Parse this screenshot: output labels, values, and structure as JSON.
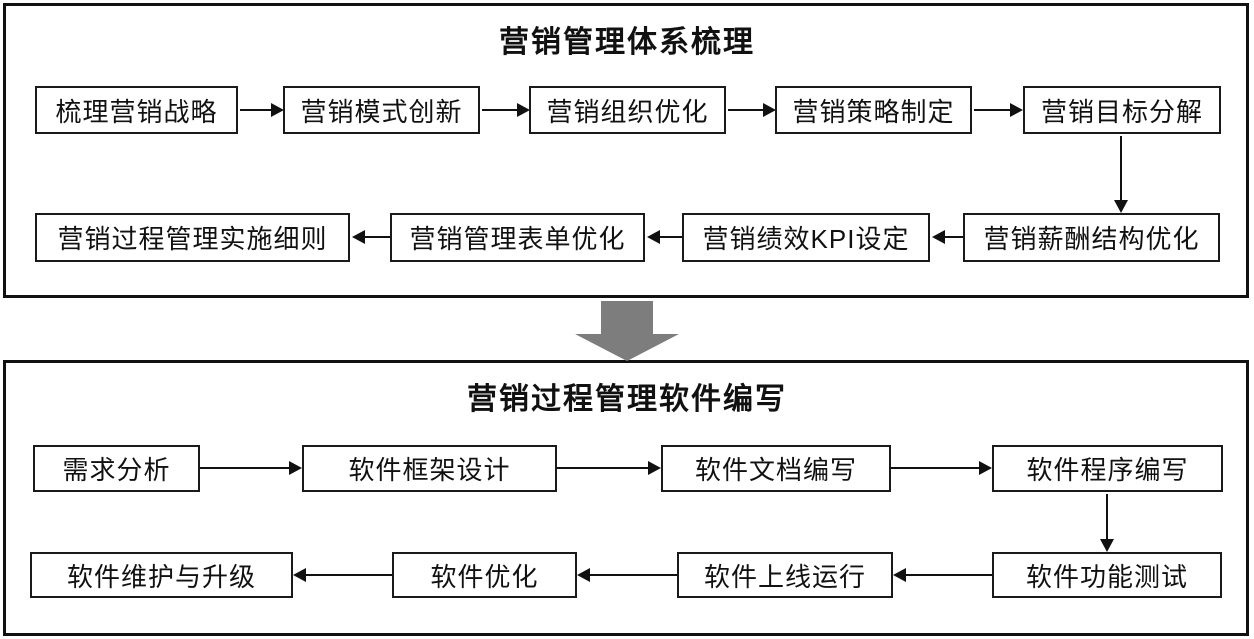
{
  "top_panel": {
    "title": "营销管理体系梳理",
    "row1": [
      "梳理营销战略",
      "营销模式创新",
      "营销组织优化",
      "营销策略制定",
      "营销目标分解"
    ],
    "row2": [
      "营销过程管理实施细则",
      "营销管理表单优化",
      "营销绩效KPI设定",
      "营销薪酬结构优化"
    ]
  },
  "bottom_panel": {
    "title": "营销过程管理软件编写",
    "row1": [
      "需求分析",
      "软件框架设计",
      "软件文档编写",
      "软件程序编写"
    ],
    "row2": [
      "软件维护与升级",
      "软件优化",
      "软件上线运行",
      "软件功能测试"
    ]
  },
  "colors": {
    "box_border": "#1a1a1a",
    "arrow": "#111111",
    "big_arrow": "#7d7d7d",
    "background": "#ffffff"
  }
}
